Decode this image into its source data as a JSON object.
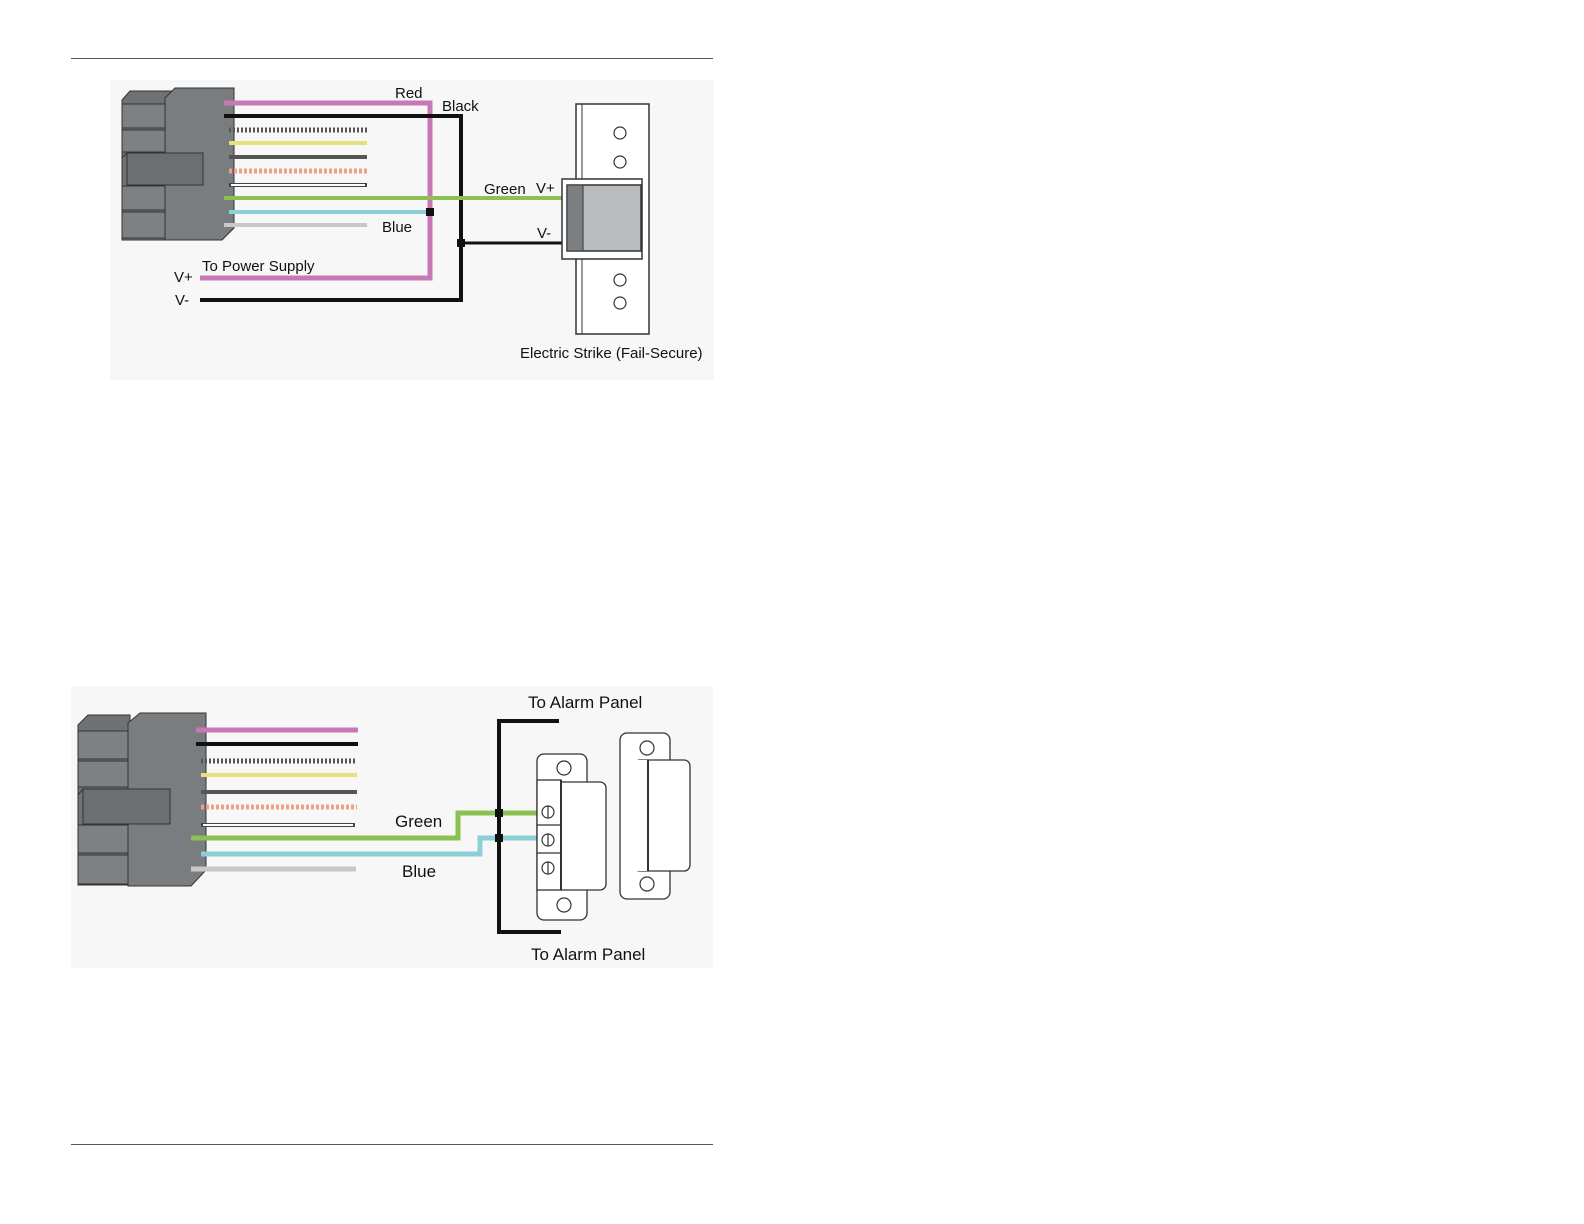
{
  "diagram1": {
    "labels": {
      "red": "Red",
      "black": "Black",
      "green": "Green",
      "blue": "Blue",
      "v_plus_strike": "V+",
      "v_minus_strike": "V-",
      "to_power_supply": "To Power Supply",
      "v_plus_supply": "V+",
      "v_minus_supply": "V-",
      "caption": "Electric Strike (Fail-Secure)"
    }
  },
  "diagram2": {
    "labels": {
      "to_alarm_panel_top": "To Alarm Panel",
      "to_alarm_panel_bottom": "To Alarm Panel",
      "green": "Green",
      "blue": "Blue"
    }
  },
  "colors": {
    "red_wire": "#c878b4",
    "black_wire": "#111111",
    "green_wire": "#8cc152",
    "blue_wire": "#8ccfd6",
    "gray_wire": "#c8c8c8",
    "yellow_wire": "#e8e07a",
    "orange_wire": "#f0a08a",
    "connector_gray": "#7a7d80"
  }
}
